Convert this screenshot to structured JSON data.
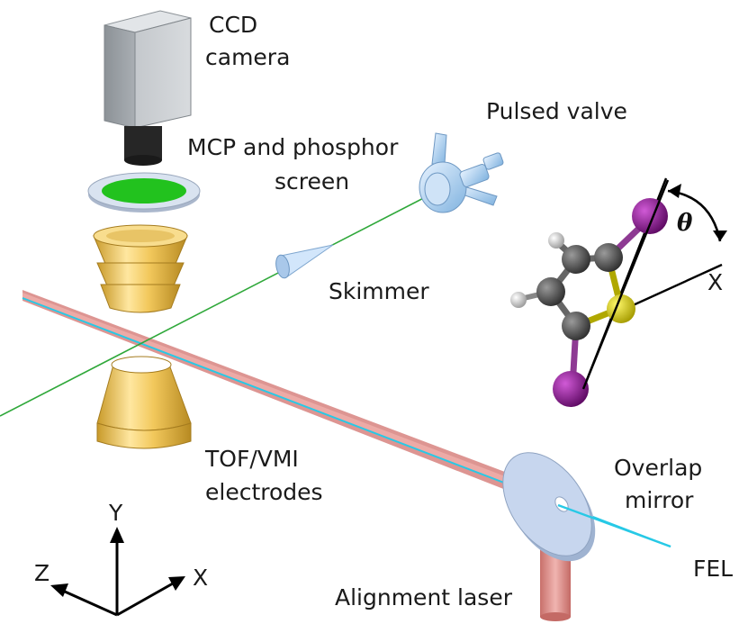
{
  "labels": {
    "ccd_line1": "CCD",
    "ccd_line2": "camera",
    "pulsed_valve": "Pulsed valve",
    "mcp_line1": "MCP and phosphor",
    "mcp_line2": "screen",
    "skimmer": "Skimmer",
    "tof_line1": "TOF/VMI",
    "tof_line2": "electrodes",
    "overlap_line1": "Overlap",
    "overlap_line2": "mirror",
    "fel": "FEL",
    "alignment_laser": "Alignment laser",
    "molecule_axis": "X",
    "theta": "θ"
  },
  "axes": {
    "y": "Y",
    "z": "Z",
    "x": "X"
  },
  "colors": {
    "camera": "#9aa0a6",
    "phosphor": "#22c21e",
    "electrodes": "#f1c75a",
    "molecular_beam": "#2fa83a",
    "fel_beam": "#27c9e6",
    "laser_beam": "#d98a86",
    "mirror": "#c7d6ee",
    "iodine": "#8a1a8e",
    "sulfur": "#d8cf10",
    "carbon": "#555555",
    "hydrogen": "#dddddd"
  }
}
